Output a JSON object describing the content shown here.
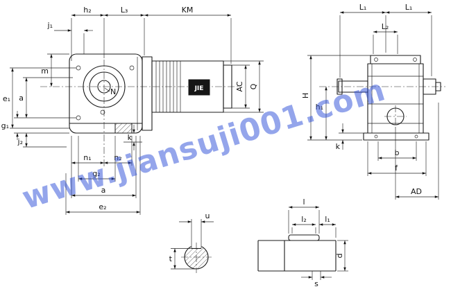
{
  "watermark": {
    "text": "www.jiansuji001.com",
    "color": "#2b4ed8"
  },
  "motor": {
    "brand": "JIE"
  },
  "labels": {
    "j1": "j₁",
    "h2": "h₂",
    "L3": "L₃",
    "KM": "KM",
    "m": "m",
    "a_left": "a",
    "e1": "e₁",
    "g1": "g₁",
    "j2": "j₂",
    "n1": "n₁",
    "n2": "n₂",
    "g2": "g₂",
    "a_bottom": "a",
    "e2": "e₂",
    "k_left": "k",
    "N": "N",
    "AC": "AC",
    "Q": "Q",
    "L1_left": "L₁",
    "L1_right": "L₁",
    "L2": "L₂",
    "H": "H",
    "h1": "h₁",
    "k_right": "k",
    "b": "b",
    "f": "f",
    "AD": "AD",
    "u": "u",
    "t": "t",
    "l": "l",
    "l2": "l₂",
    "l1": "l₁",
    "d": "d",
    "s": "s"
  }
}
